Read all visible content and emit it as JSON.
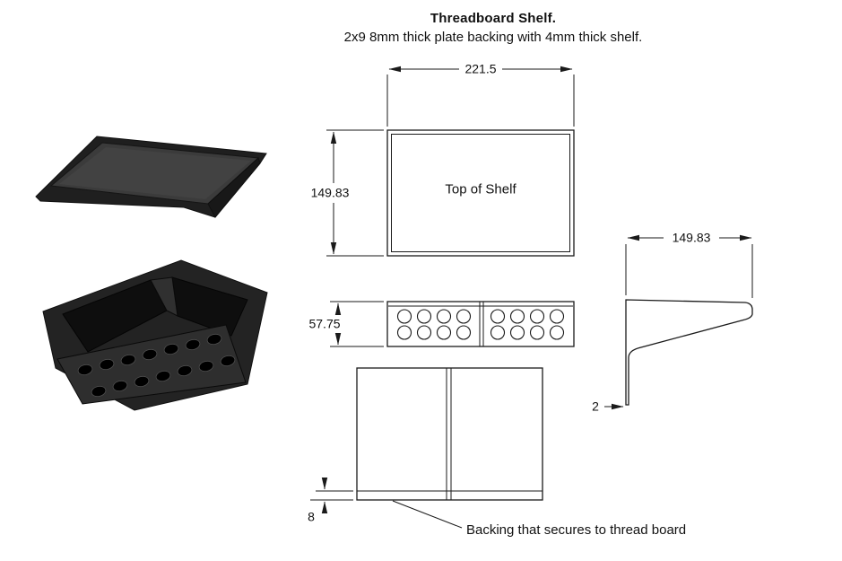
{
  "title": {
    "heading": "Threadboard Shelf.",
    "subtitle": "2x9 8mm thick plate backing with 4mm thick shelf."
  },
  "views": {
    "top": {
      "name": "Top of Shelf",
      "width": "221.5",
      "depth": "149.83"
    },
    "front": {
      "height": "57.75",
      "hole_rows": 2,
      "holes_per_row_per_plate": 4,
      "plates": 2
    },
    "backing": {
      "thickness": "8",
      "callout": "Backing that secures to thread board"
    },
    "side": {
      "depth": "149.83",
      "plate_thickness": "2"
    }
  },
  "colors": {
    "line": "#1a1a1a",
    "background": "#ffffff",
    "model_body": "#1f1f1f",
    "model_top_face": "#3b3b3b",
    "model_pocket": "#0e0e0e",
    "model_flange": "#2e2e2e"
  }
}
